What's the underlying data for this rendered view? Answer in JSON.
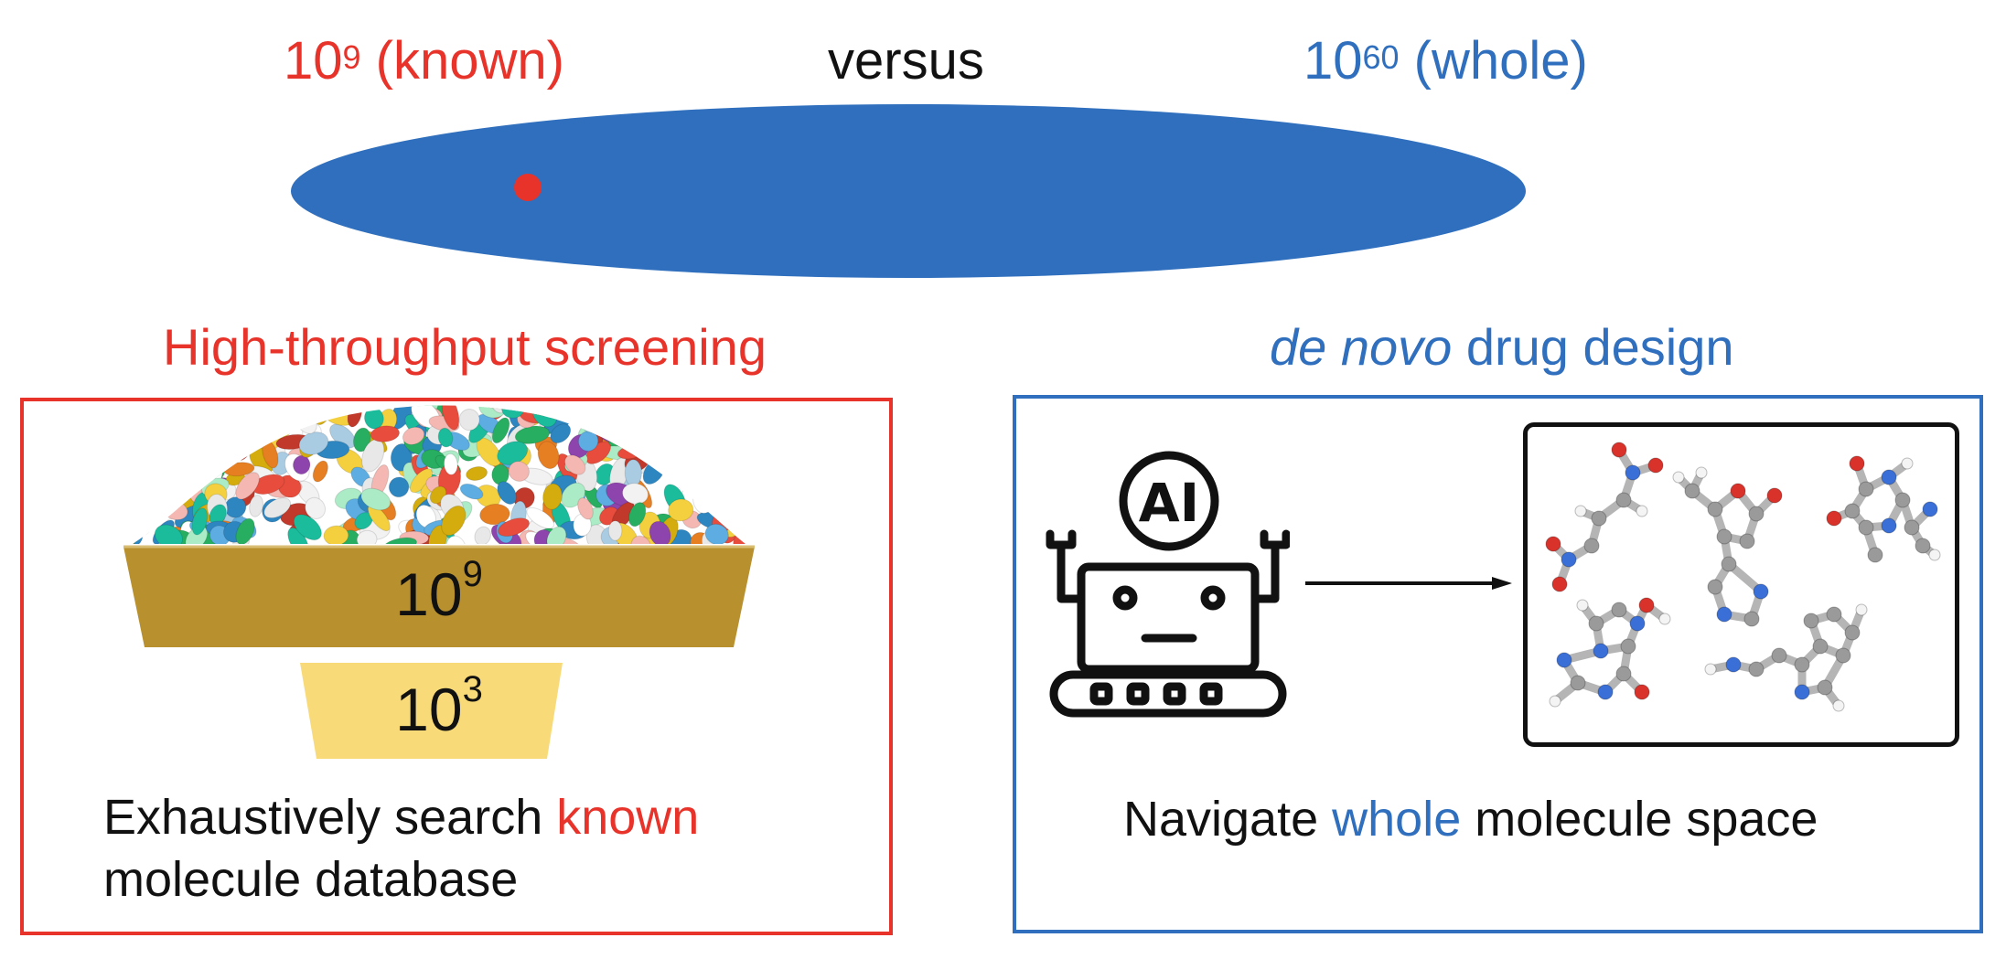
{
  "header": {
    "known_base": "10",
    "known_exp": "9",
    "known_suffix": " (known)",
    "versus": "versus",
    "whole_base": "10",
    "whole_exp": "60",
    "whole_suffix": " (whole)"
  },
  "hts": {
    "title": "High-throughput screening",
    "funnel_top_base": "10",
    "funnel_top_exp": "9",
    "funnel_bottom_base": "10",
    "funnel_bottom_exp": "3",
    "caption_pre": "Exhaustively search ",
    "caption_highlight": "known",
    "caption_post": " molecule database"
  },
  "denovo": {
    "title_italic": "de novo",
    "title_rest": " drug design",
    "robot_badge": "AI",
    "caption_pre": "Navigate ",
    "caption_highlight": "whole",
    "caption_post": " molecule space"
  },
  "colors": {
    "red": "#e8332a",
    "blue": "#2f6fbd",
    "funnel_top": "#b8902e",
    "funnel_bottom": "#f8db78"
  }
}
